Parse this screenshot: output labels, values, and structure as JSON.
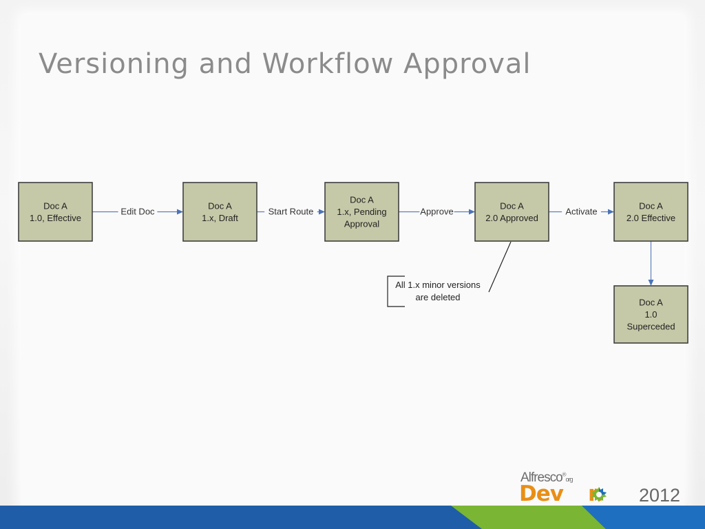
{
  "slide": {
    "title": "Versioning and Workflow Approval"
  },
  "diagram": {
    "nodes": [
      {
        "id": "n1",
        "lines": [
          "Doc A",
          "1.0, Effective"
        ]
      },
      {
        "id": "n2",
        "lines": [
          "Doc A",
          "1.x, Draft"
        ]
      },
      {
        "id": "n3",
        "lines": [
          "Doc A",
          "1.x, Pending",
          "Approval"
        ]
      },
      {
        "id": "n4",
        "lines": [
          "Doc A",
          "2.0 Approved"
        ]
      },
      {
        "id": "n5",
        "lines": [
          "Doc A",
          "2.0 Effective"
        ]
      },
      {
        "id": "n6",
        "lines": [
          "Doc A",
          "1.0",
          "Superceded"
        ]
      }
    ],
    "edges": [
      {
        "from": "n1",
        "to": "n2",
        "label": "Edit Doc"
      },
      {
        "from": "n2",
        "to": "n3",
        "label": "Start Route"
      },
      {
        "from": "n3",
        "to": "n4",
        "label": "Approve"
      },
      {
        "from": "n4",
        "to": "n5",
        "label": "Activate"
      },
      {
        "from": "n5",
        "to": "n6",
        "label": ""
      }
    ],
    "annotation": {
      "target": "n4",
      "lines": [
        "All 1.x minor versions",
        "are deleted"
      ]
    }
  },
  "footer": {
    "colors": [
      "#1f5da8",
      "#7ab534",
      "#1f6fc0"
    ]
  },
  "logo": {
    "brand": "Alfresco",
    "brand_suffix": "org",
    "event_prefix": "Dev",
    "event_suffix": "n",
    "year": "2012",
    "brand_color": "#e98f16",
    "gear_colors": [
      "#7ab534",
      "#1f6fc0"
    ]
  }
}
